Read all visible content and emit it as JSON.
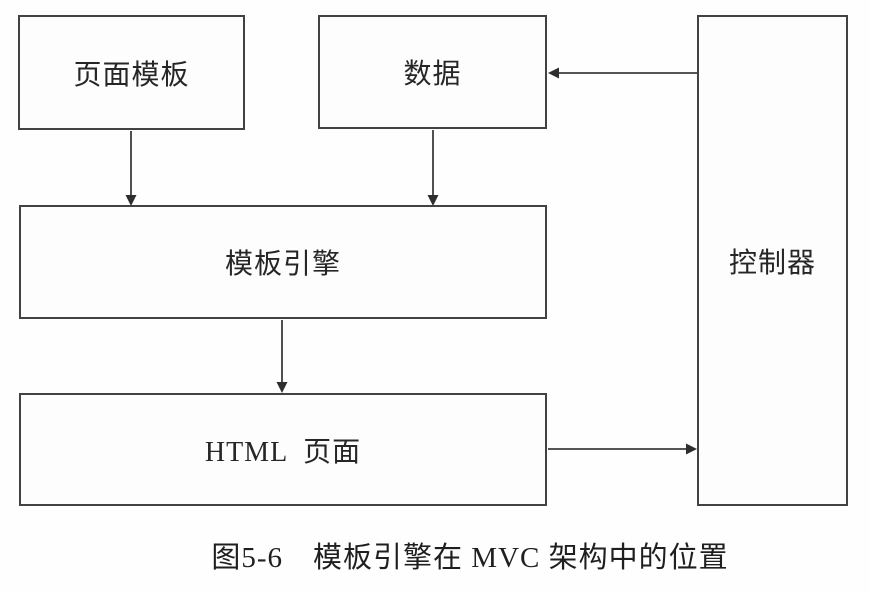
{
  "diagram": {
    "nodes": {
      "page_template": {
        "label": "页面模板"
      },
      "data_store": {
        "label": "数据"
      },
      "template_engine": {
        "label": "模板引擎"
      },
      "html_page": {
        "label": "HTML  页面"
      },
      "controller": {
        "label": "控制器"
      }
    },
    "edges": [
      {
        "from": "page_template",
        "to": "template_engine",
        "direction": "down"
      },
      {
        "from": "data_store",
        "to": "template_engine",
        "direction": "down"
      },
      {
        "from": "template_engine",
        "to": "html_page",
        "direction": "down"
      },
      {
        "from": "controller",
        "to": "data_store",
        "direction": "left"
      },
      {
        "from": "html_page",
        "to": "controller",
        "direction": "right"
      }
    ],
    "caption": "图5-6　模板引擎在 MVC 架构中的位置"
  },
  "colors": {
    "line": "#3d3d3d",
    "border": "#424242",
    "text": "#262626",
    "background": "#fefefe"
  }
}
